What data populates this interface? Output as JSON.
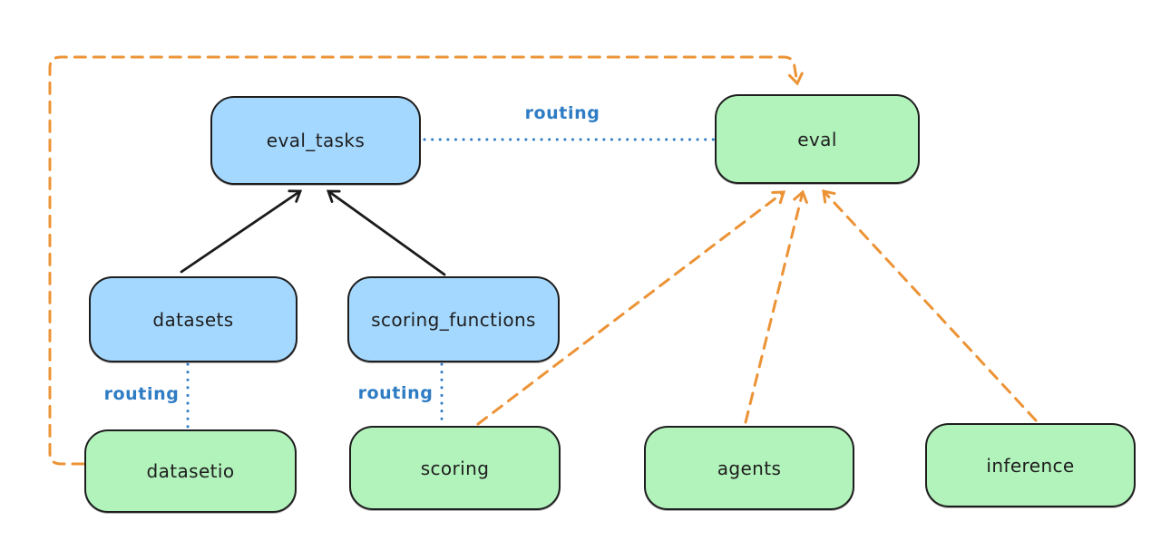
{
  "colors": {
    "canvas_bg": "#ffffff",
    "node_border": "#1e1e1e",
    "registry_fill": "#a5d8ff",
    "api_fill": "#b2f2bb",
    "routing_color": "#2e7cc4",
    "provider_edge": "#ec9336",
    "dependency_edge": "#1b1b1b",
    "text_color": "#1e1e1e"
  },
  "nodes": {
    "eval_tasks": {
      "label": "eval_tasks",
      "kind": "registry"
    },
    "eval": {
      "label": "eval",
      "kind": "api"
    },
    "datasets": {
      "label": "datasets",
      "kind": "registry"
    },
    "scoring_functions": {
      "label": "scoring_functions",
      "kind": "registry"
    },
    "datasetio": {
      "label": "datasetio",
      "kind": "api"
    },
    "scoring": {
      "label": "scoring",
      "kind": "api"
    },
    "agents": {
      "label": "agents",
      "kind": "api"
    },
    "inference": {
      "label": "inference",
      "kind": "api"
    }
  },
  "labels": {
    "routing_top": "routing",
    "routing_datasets": "routing",
    "routing_scoring": "routing"
  },
  "edges": [
    {
      "from": "datasets",
      "to": "eval_tasks",
      "style": "solid-black-arrow"
    },
    {
      "from": "scoring_functions",
      "to": "eval_tasks",
      "style": "solid-black-arrow"
    },
    {
      "from": "eval_tasks",
      "to": "eval",
      "style": "dotted-blue",
      "label": "routing"
    },
    {
      "from": "datasets",
      "to": "datasetio",
      "style": "dotted-blue",
      "label": "routing"
    },
    {
      "from": "scoring_functions",
      "to": "scoring",
      "style": "dotted-blue",
      "label": "routing"
    },
    {
      "from": "scoring",
      "to": "eval",
      "style": "dashed-orange-arrow"
    },
    {
      "from": "agents",
      "to": "eval",
      "style": "dashed-orange-arrow"
    },
    {
      "from": "inference",
      "to": "eval",
      "style": "dashed-orange-arrow"
    },
    {
      "from": "datasetio",
      "to": "eval",
      "style": "dashed-orange-arrow",
      "route": "left-top-loop"
    }
  ]
}
